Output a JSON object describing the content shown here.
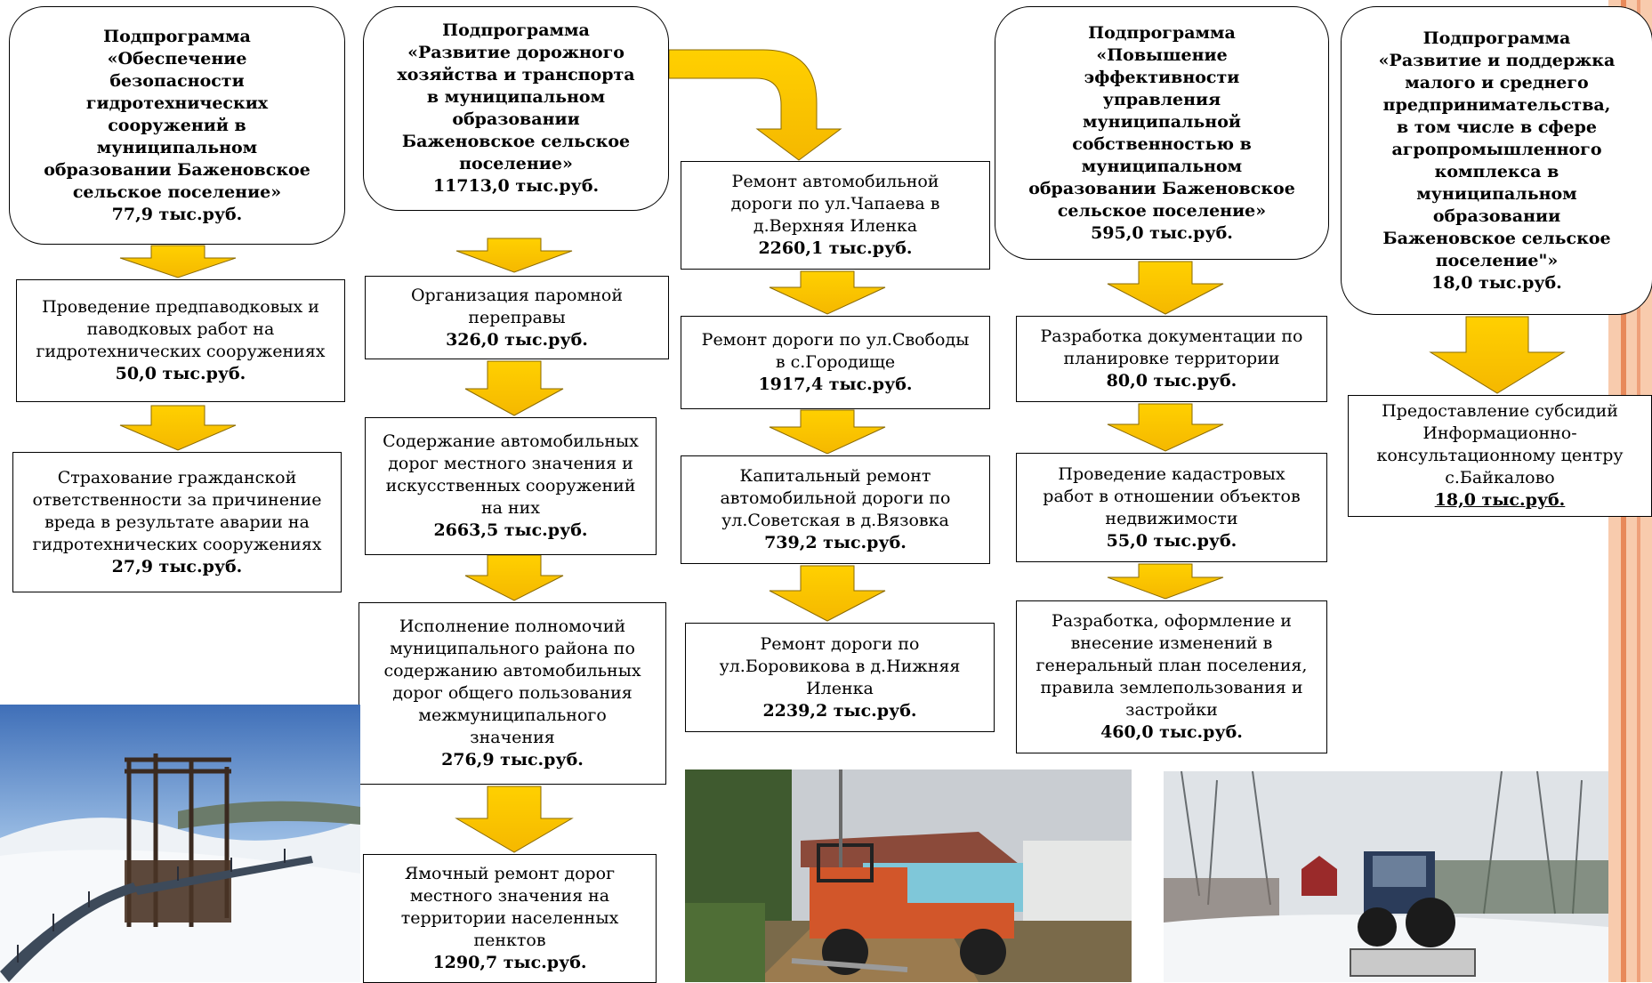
{
  "colors": {
    "arrow": "#ffc000",
    "arrow_stroke": "#7f6000",
    "stripe": "#f4b183",
    "stripe_dark": "#e07a4a"
  },
  "programs": [
    {
      "title": "Подпрограмма\n«Обеспечение\nбезопасности\nгидротехнических\nсооружений в\nмуниципальном\nобразовании Баженовское\nсельское поселение»",
      "amount": "77,9 тыс.руб."
    },
    {
      "title": "Подпрограмма\n«Развитие дорожного\nхозяйства и транспорта\nв муниципальном\nобразовании\nБаженовское сельское\nпоселение»",
      "amount": "11713,0 тыс.руб."
    },
    {
      "title": "Подпрограмма\n«Повышение\nэффективности\nуправления\nмуниципальной\nсобственностью в\nмуниципальном\nобразовании Баженовское\nсельское поселение»",
      "amount": "595,0 тыс.руб."
    },
    {
      "title": "Подпрограмма\n«Развитие и поддержка\nмалого и среднего\nпредпринимательства,\nв том числе в сфере\nагропромышленного\nкомплекса в\nмуниципальном\nобразовании\nБаженовское сельское\nпоселение\"»",
      "amount": "18,0 тыс.руб."
    }
  ],
  "col1": [
    {
      "desc": "Проведение предпаводковых и\nпаводковых работ на\nгидротехнических сооружениях",
      "amount": "50,0 тыс.руб."
    },
    {
      "desc": "Страхование гражданской\nответственности за причинение\nвреда в результате аварии на\nгидротехнических сооружениях",
      "amount": "27,9 тыс.руб."
    }
  ],
  "col2": [
    {
      "desc": "Организация паромной\nпереправы",
      "amount": "326,0 тыс.руб."
    },
    {
      "desc": "Содержание автомобильных\nдорог местного значения и\nискусственных сооружений\nна них",
      "amount": "2663,5 тыс.руб."
    },
    {
      "desc": "Исполнение полномочий\nмуниципального района по\nсодержанию автомобильных\nдорог общего пользования\nмежмуниципального\nзначения",
      "amount": "276,9 тыс.руб."
    },
    {
      "desc": "Ямочный ремонт дорог\nместного  значения на\nтерритории населенных\nпенктов",
      "amount": "1290,7 тыс.руб."
    }
  ],
  "col3": [
    {
      "desc": "Ремонт автомобильной\nдороги по ул.Чапаева в\nд.Верхняя Иленка",
      "amount": "2260,1 тыс.руб."
    },
    {
      "desc": "Ремонт дороги по ул.Свободы\nв с.Городище",
      "amount": "1917,4 тыс.руб."
    },
    {
      "desc": "Капитальный ремонт\nавтомобильной дороги по\nул.Советская в д.Вязовка",
      "amount": "739,2 тыс.руб."
    },
    {
      "desc": "Ремонт дороги по\nул.Боровикова в д.Нижняя\nИленка",
      "amount": "2239,2 тыс.руб."
    }
  ],
  "col4": [
    {
      "desc": "Разработка документации по\nпланировке территории",
      "amount": "80,0 тыс.руб."
    },
    {
      "desc": "Проведение кадастровых\nработ в отношении объектов\nнедвижимости",
      "amount": "55,0 тыс.руб."
    },
    {
      "desc": "Разработка, оформление и\nвнесение изменений в\nгенеральный план поселения,\nправила землепользования и\nзастройки",
      "amount": "460,0 тыс.руб."
    }
  ],
  "col5": [
    {
      "desc": "Предоставление субсидий\nИнформационно-\nконсультационному центру\nс.Байкалово",
      "amount": "18,0 тыс.руб."
    }
  ]
}
